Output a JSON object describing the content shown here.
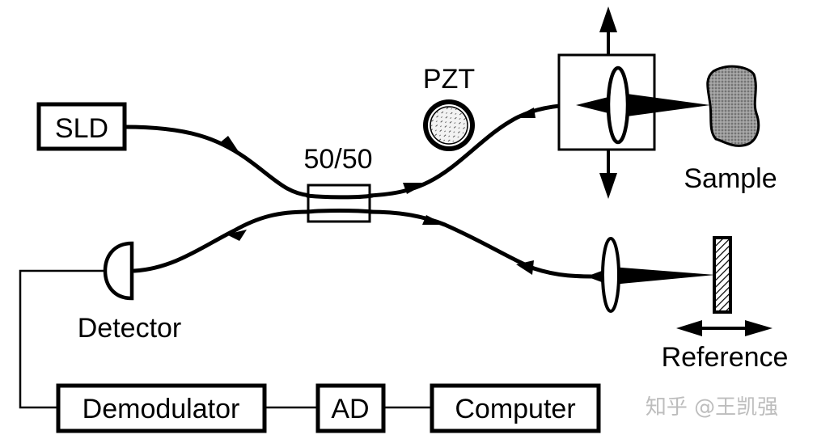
{
  "diagram": {
    "title": "OCT fiber interferometer schematic",
    "components": {
      "source": "SLD",
      "coupler": "50/50",
      "modulator": "PZT",
      "sample": "Sample",
      "reference": "Reference",
      "detector": "Detector",
      "demodulator": "Demodulator",
      "adc": "AD",
      "computer": "Computer"
    },
    "watermark": "知乎 @王凯强",
    "colors": {
      "ink": "#000000",
      "background": "#ffffff",
      "watermark": "#bdbdbd",
      "pzt_fill": "#e8e8e8",
      "sample_fill": "#8a8a8a"
    },
    "connections": [
      {
        "from": "SLD",
        "to": "50/50",
        "type": "fiber"
      },
      {
        "from": "50/50",
        "to": "Sample",
        "type": "fiber",
        "via": "PZT"
      },
      {
        "from": "50/50",
        "to": "Reference",
        "type": "fiber"
      },
      {
        "from": "50/50",
        "to": "Detector",
        "type": "fiber"
      },
      {
        "from": "Detector",
        "to": "Demodulator",
        "type": "wire"
      },
      {
        "from": "Demodulator",
        "to": "AD",
        "type": "wire"
      },
      {
        "from": "AD",
        "to": "Computer",
        "type": "wire"
      }
    ]
  }
}
